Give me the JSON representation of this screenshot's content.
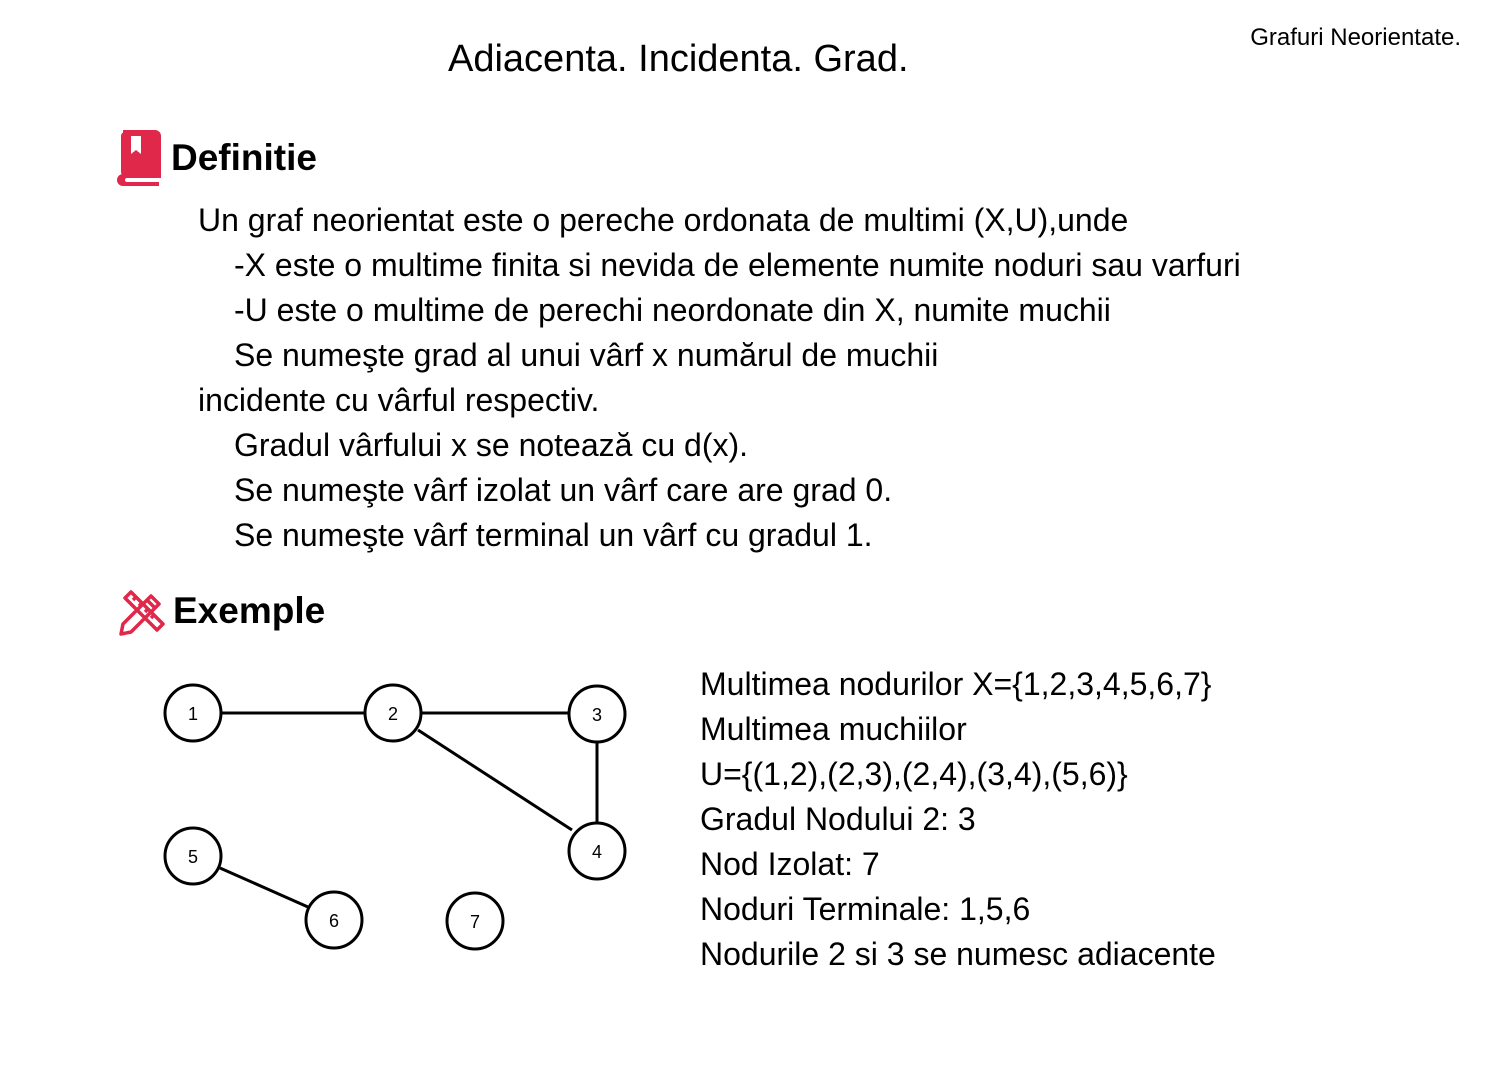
{
  "header": {
    "topic": "Grafuri Neorientate.",
    "title": "Adiacenta. Incidenta. Grad."
  },
  "definition": {
    "heading": "Definitie",
    "icon": "book-icon",
    "accent_color": "#e0284a",
    "lines": [
      "Un graf neorientat este o pereche ordonata de multimi (X,U),unde",
      "-X este o multime finita si nevida de elemente numite noduri sau varfuri",
      "-U este o multime de perechi neordonate din X, numite muchii",
      "Se numeşte grad al unui vârf x numărul de muchii",
      "incidente cu vârful respectiv.",
      "Gradul vârfului x se notează cu d(x).",
      "Se numeşte vârf izolat un vârf care are grad 0.",
      "Se numeşte vârf terminal un vârf cu gradul 1."
    ]
  },
  "examples": {
    "heading": "Exemple",
    "icon": "pencil-ruler-icon",
    "graph": {
      "nodes": [
        "1",
        "2",
        "3",
        "4",
        "5",
        "6",
        "7"
      ],
      "edges": [
        [
          "1",
          "2"
        ],
        [
          "2",
          "3"
        ],
        [
          "2",
          "4"
        ],
        [
          "3",
          "4"
        ],
        [
          "5",
          "6"
        ]
      ]
    },
    "lines": [
      "Multimea nodurilor X={1,2,3,4,5,6,7}",
      "Multimea muchiilor",
      "U={(1,2),(2,3),(2,4),(3,4),(5,6)}",
      "Gradul Nodului 2: 3",
      "Nod Izolat: 7",
      "Noduri Terminale: 1,5,6",
      "Nodurile 2 si 3 se numesc adiacente"
    ]
  }
}
